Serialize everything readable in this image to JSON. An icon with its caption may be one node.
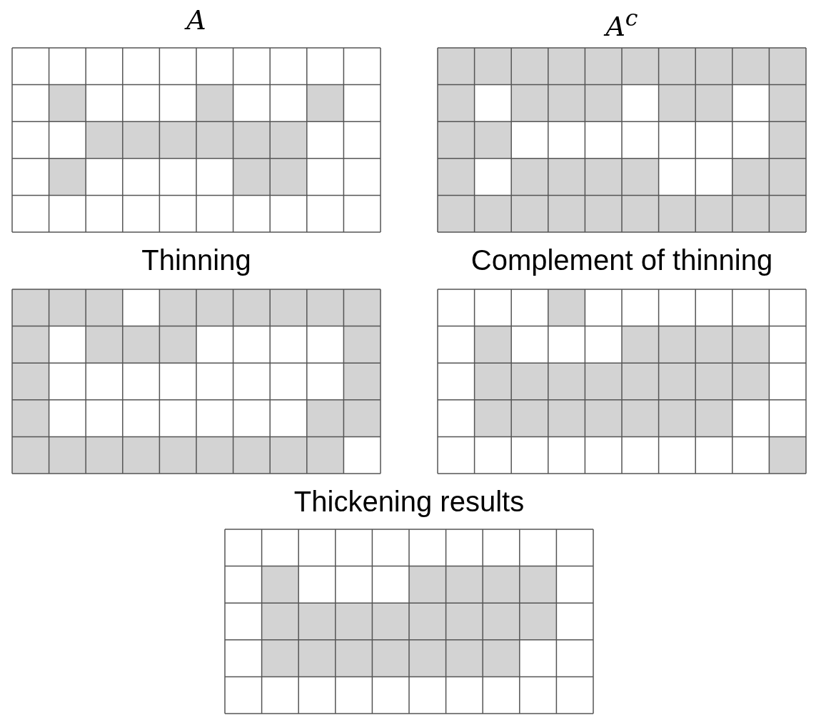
{
  "diagram": {
    "labels": [
      "A",
      "A$^{c}$",
      "Thinning",
      "Complement of thinning",
      "Thickening results"
    ]
  }
}
